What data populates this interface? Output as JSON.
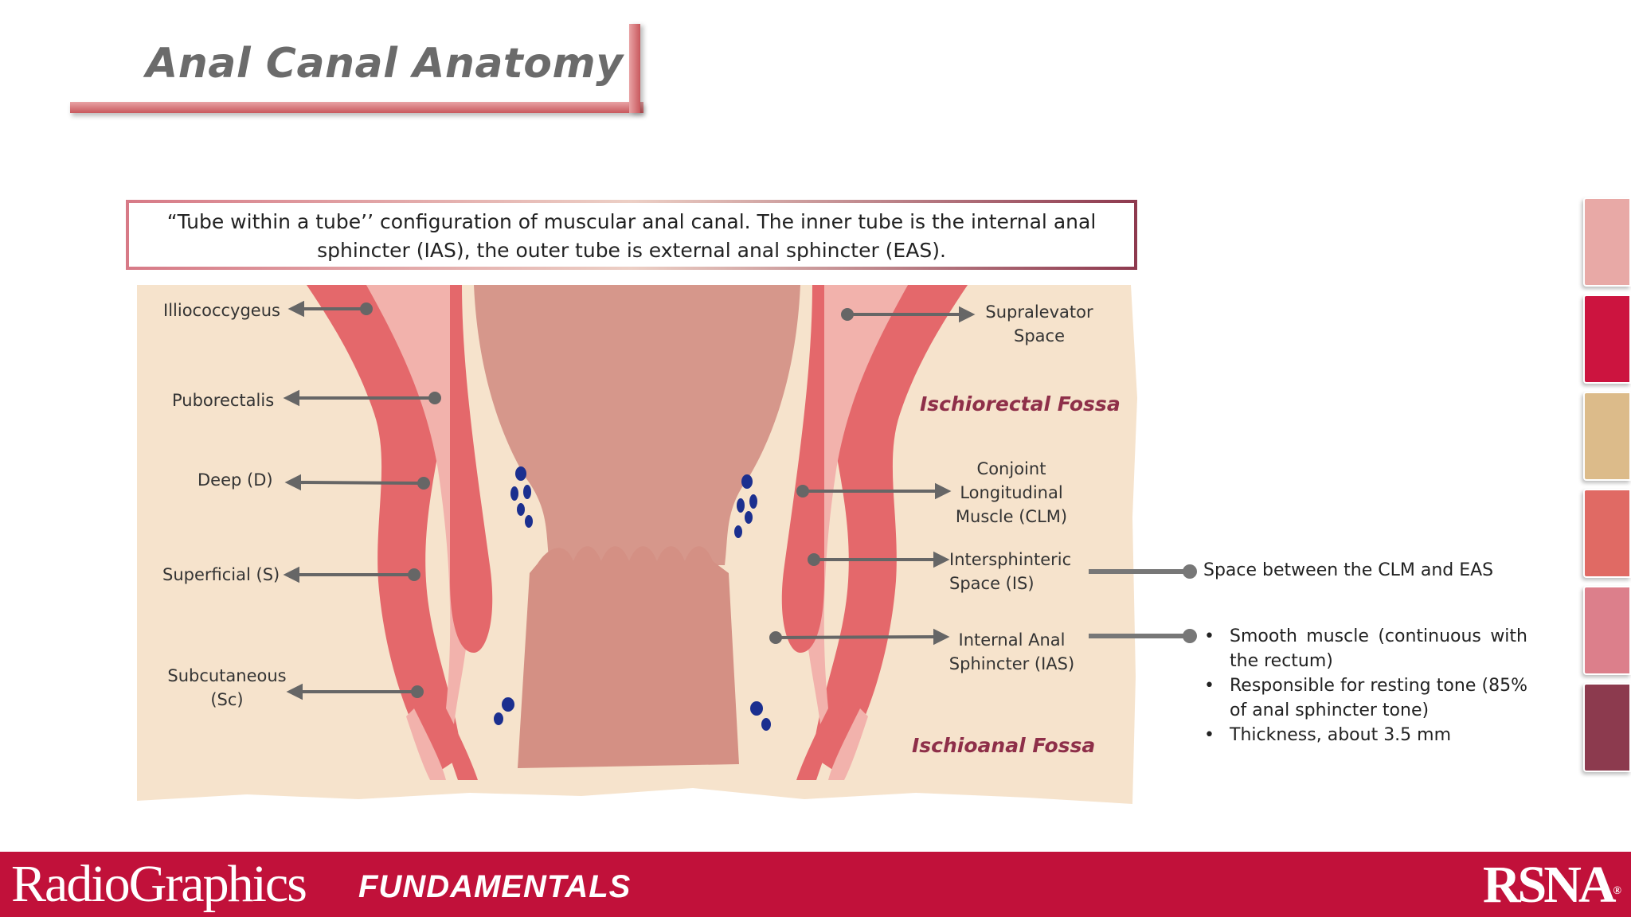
{
  "title": "Anal Canal Anatomy",
  "caption": {
    "line1": "“Tube within a tube’’ configuration of muscular anal canal. The inner tube is the internal anal",
    "line2": "sphincter (IAS), the outer tube is external anal sphincter (EAS)."
  },
  "labels_left": {
    "illiococcygeus": "Illiococcygeus",
    "puborectalis": "Puborectalis",
    "deep": "Deep (D)",
    "superficial": "Superficial (S)",
    "subcutaneous_1": "Subcutaneous",
    "subcutaneous_2": "(Sc)"
  },
  "labels_right": {
    "supralevator_1": "Supralevator",
    "supralevator_2": "Space",
    "clm_1": "Conjoint",
    "clm_2": "Longitudinal",
    "clm_3": "Muscle (CLM)",
    "is_1": "Intersphinteric",
    "is_2": "Space (IS)",
    "ias_1": "Internal Anal",
    "ias_2": "Sphincter (IAS)"
  },
  "fossa": {
    "ischiorectal": "Ischiorectal Fossa",
    "ischioanal": "Ischioanal Fossa"
  },
  "notes": {
    "is_note": "Space between the CLM and EAS",
    "ias_bullets": [
      "Smooth muscle (continuous with the rectum)",
      "Responsible for resting tone (85% of anal sphincter tone)",
      "Thickness, about 3.5 mm"
    ]
  },
  "tabs": {
    "colors": [
      "#e8a9a6",
      "#cc143f",
      "#dcbb8a",
      "#e06a64",
      "#dc7f8b",
      "#8c3a4e"
    ]
  },
  "footer": {
    "brand": "RadioGraphics",
    "series": "FUNDAMENTALS",
    "org": "RSNA",
    "org_mark": "®"
  },
  "colors": {
    "footer_bg": "#c1113a",
    "fossa_text": "#8e2f49",
    "background_tissue": "#f6e3cc",
    "muscle": "#e4686b",
    "lumen": "#d6978b"
  }
}
